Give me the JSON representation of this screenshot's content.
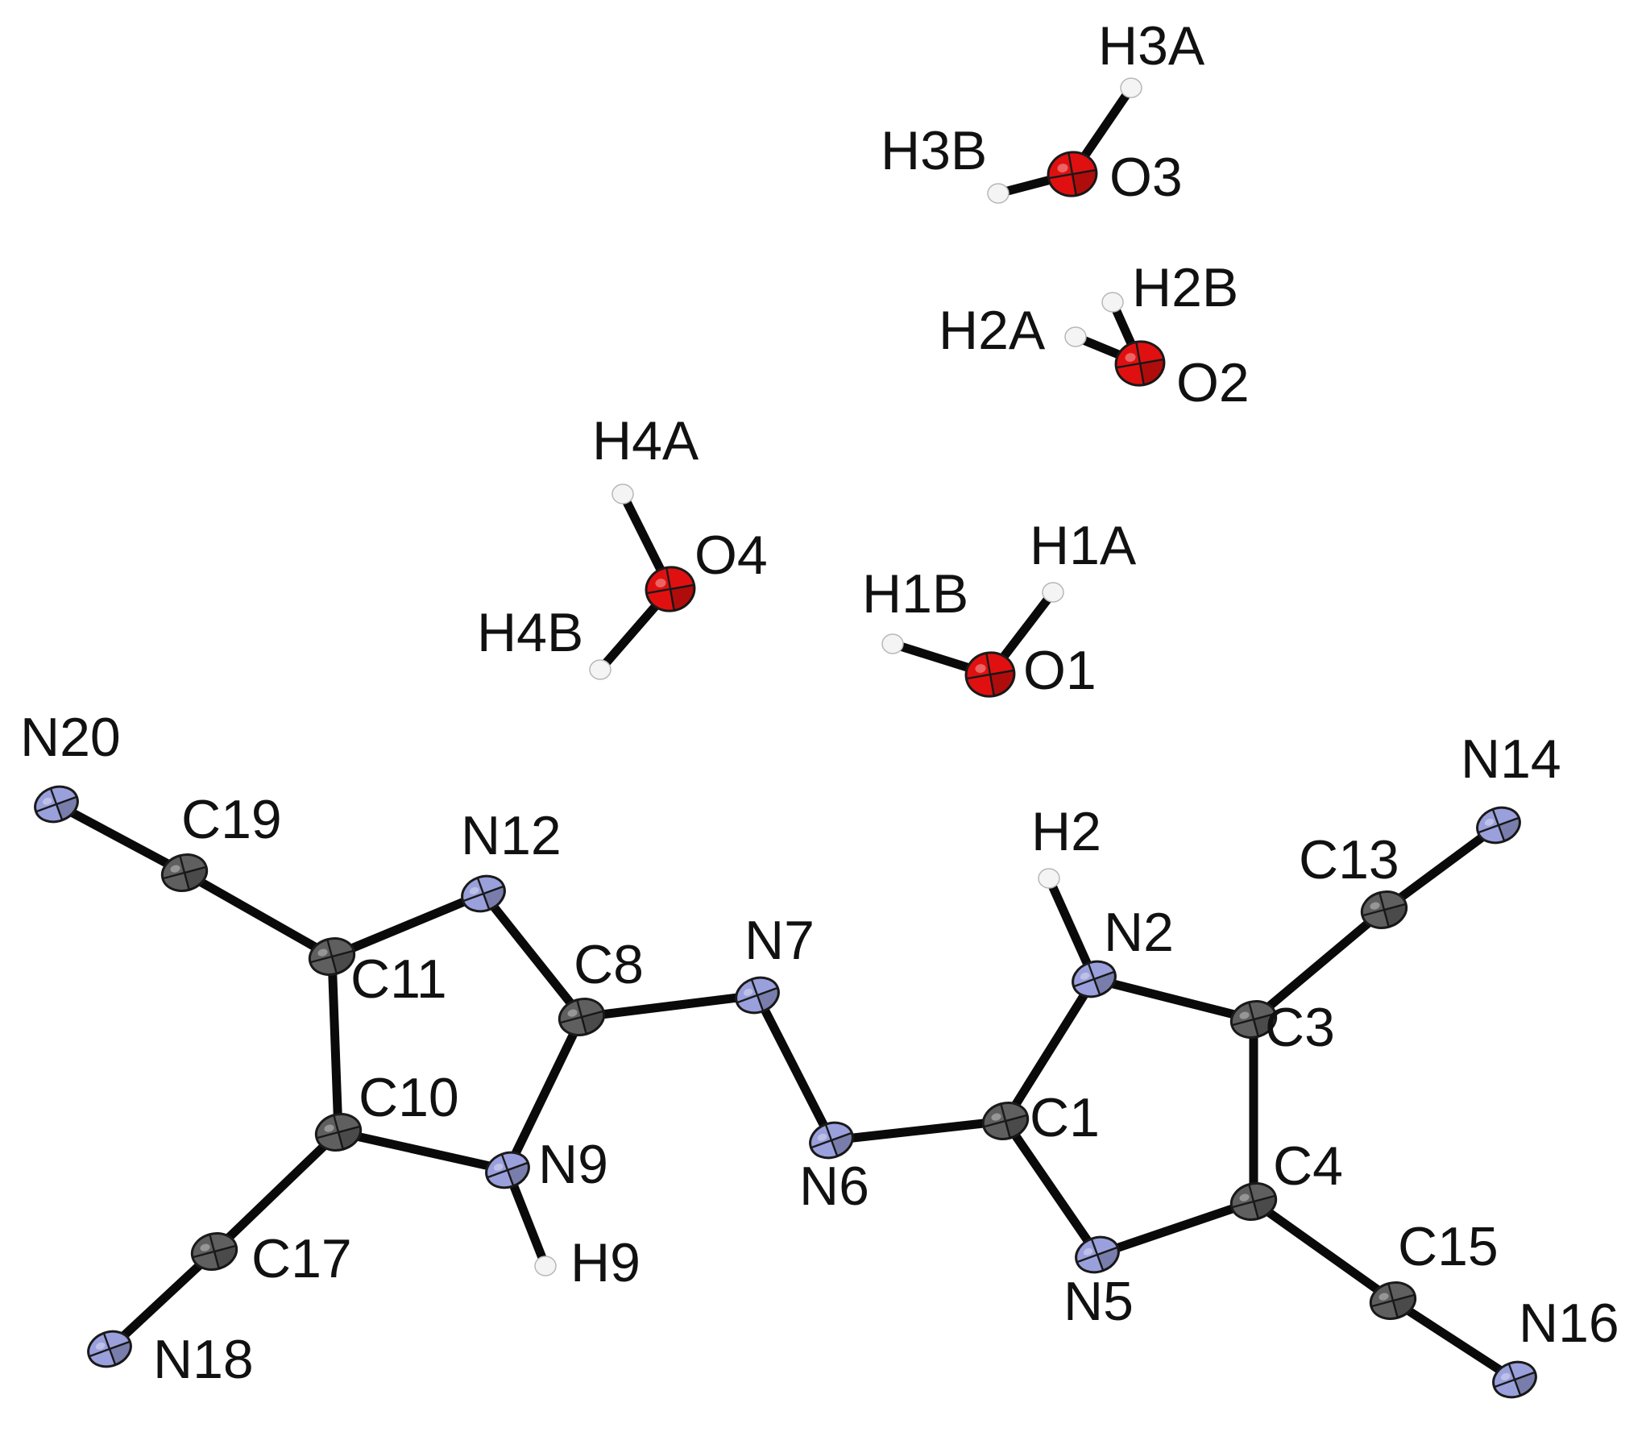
{
  "colors": {
    "carbon": "#5f5f5f",
    "nitrogen": "#9aa0dc",
    "oxygen": "#e01010",
    "hydrogen": "#f4f4f4",
    "bond": "#0a0a0a",
    "label": "#111111"
  },
  "atoms": [
    {
      "id": "N20",
      "label": "N20",
      "element": "N"
    },
    {
      "id": "C19",
      "label": "C19",
      "element": "C"
    },
    {
      "id": "C11",
      "label": "C11",
      "element": "C"
    },
    {
      "id": "N12",
      "label": "N12",
      "element": "N"
    },
    {
      "id": "C8",
      "label": "C8",
      "element": "C"
    },
    {
      "id": "C10",
      "label": "C10",
      "element": "C"
    },
    {
      "id": "N9",
      "label": "N9",
      "element": "N"
    },
    {
      "id": "H9",
      "label": "H9",
      "element": "H"
    },
    {
      "id": "C17",
      "label": "C17",
      "element": "C"
    },
    {
      "id": "N18",
      "label": "N18",
      "element": "N"
    },
    {
      "id": "N7",
      "label": "N7",
      "element": "N"
    },
    {
      "id": "N6",
      "label": "N6",
      "element": "N"
    },
    {
      "id": "C1",
      "label": "C1",
      "element": "C"
    },
    {
      "id": "N2",
      "label": "N2",
      "element": "N"
    },
    {
      "id": "H2",
      "label": "H2",
      "element": "H"
    },
    {
      "id": "C3",
      "label": "C3",
      "element": "C"
    },
    {
      "id": "C13",
      "label": "C13",
      "element": "C"
    },
    {
      "id": "N14",
      "label": "N14",
      "element": "N"
    },
    {
      "id": "C4",
      "label": "C4",
      "element": "C"
    },
    {
      "id": "C15",
      "label": "C15",
      "element": "C"
    },
    {
      "id": "N16",
      "label": "N16",
      "element": "N"
    },
    {
      "id": "N5",
      "label": "N5",
      "element": "N"
    },
    {
      "id": "O1",
      "label": "O1",
      "element": "O"
    },
    {
      "id": "H1A",
      "label": "H1A",
      "element": "H"
    },
    {
      "id": "H1B",
      "label": "H1B",
      "element": "H"
    },
    {
      "id": "O2",
      "label": "O2",
      "element": "O"
    },
    {
      "id": "H2A",
      "label": "H2A",
      "element": "H"
    },
    {
      "id": "H2B",
      "label": "H2B",
      "element": "H"
    },
    {
      "id": "O3",
      "label": "O3",
      "element": "O"
    },
    {
      "id": "H3A",
      "label": "H3A",
      "element": "H"
    },
    {
      "id": "H3B",
      "label": "H3B",
      "element": "H"
    },
    {
      "id": "O4",
      "label": "O4",
      "element": "O"
    },
    {
      "id": "H4A",
      "label": "H4A",
      "element": "H"
    },
    {
      "id": "H4B",
      "label": "H4B",
      "element": "H"
    }
  ],
  "bonds": [
    [
      "N20",
      "C19"
    ],
    [
      "C19",
      "C11"
    ],
    [
      "C11",
      "N12"
    ],
    [
      "N12",
      "C8"
    ],
    [
      "C11",
      "C10"
    ],
    [
      "C10",
      "N9"
    ],
    [
      "N9",
      "C8"
    ],
    [
      "N9",
      "H9"
    ],
    [
      "C10",
      "C17"
    ],
    [
      "C17",
      "N18"
    ],
    [
      "C8",
      "N7"
    ],
    [
      "N7",
      "N6"
    ],
    [
      "N6",
      "C1"
    ],
    [
      "C1",
      "N2"
    ],
    [
      "N2",
      "H2"
    ],
    [
      "N2",
      "C3"
    ],
    [
      "C3",
      "C13"
    ],
    [
      "C13",
      "N14"
    ],
    [
      "C3",
      "C4"
    ],
    [
      "C4",
      "C15"
    ],
    [
      "C15",
      "N16"
    ],
    [
      "C4",
      "N5"
    ],
    [
      "N5",
      "C1"
    ],
    [
      "O1",
      "H1A"
    ],
    [
      "O1",
      "H1B"
    ],
    [
      "O2",
      "H2A"
    ],
    [
      "O2",
      "H2B"
    ],
    [
      "O3",
      "H3A"
    ],
    [
      "O3",
      "H3B"
    ],
    [
      "O4",
      "H4A"
    ],
    [
      "O4",
      "H4B"
    ]
  ]
}
